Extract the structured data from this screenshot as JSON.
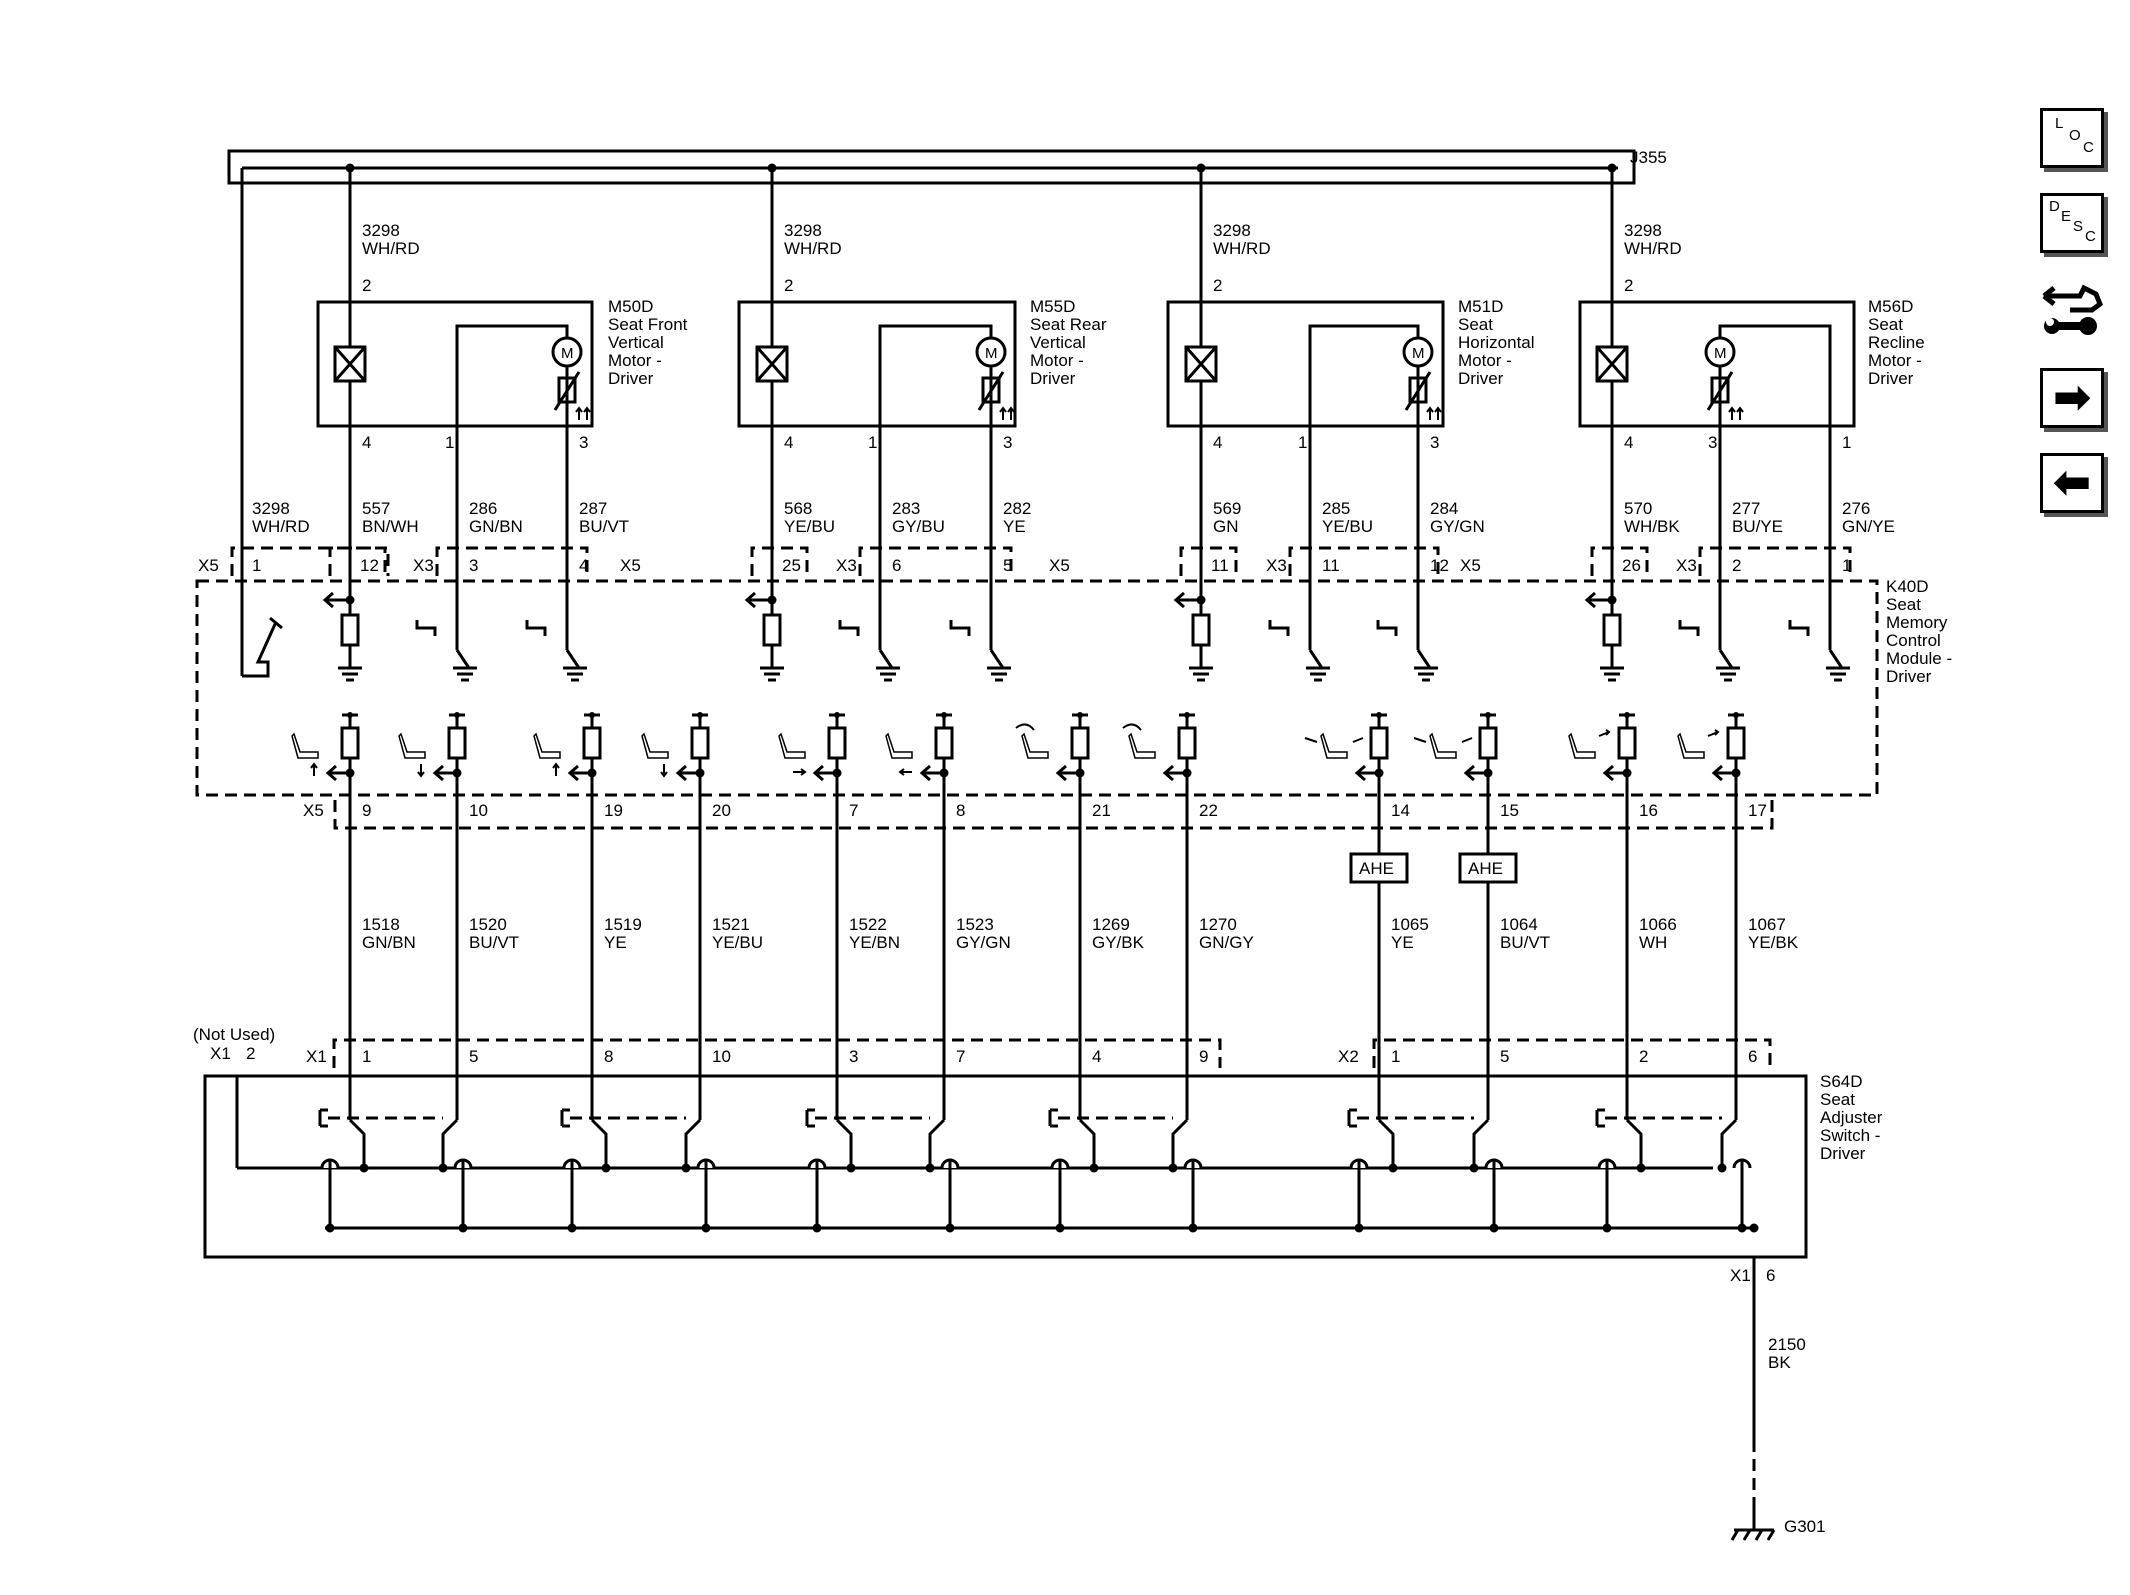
{
  "bus": {
    "splice": "J355"
  },
  "feed": {
    "circuit": "3298",
    "color": "WH/RD",
    "pin": "2"
  },
  "motors": [
    {
      "id": "M50D",
      "name": [
        "Seat Front",
        "Vertical",
        "Motor -",
        "Driver"
      ],
      "pin_signal": "4",
      "pin_a": "1",
      "pin_b": "3",
      "w_signal": [
        "557",
        "BN/WH"
      ],
      "w_a": [
        "286",
        "GN/BN"
      ],
      "w_b": [
        "287",
        "BU/VT"
      ],
      "x5_pin": "12",
      "x3_a": "3",
      "x3_b": "4"
    },
    {
      "id": "M55D",
      "name": [
        "Seat Rear",
        "Vertical",
        "Motor -",
        "Driver"
      ],
      "pin_signal": "4",
      "pin_a": "1",
      "pin_b": "3",
      "w_signal": [
        "568",
        "YE/BU"
      ],
      "w_a": [
        "283",
        "GY/BU"
      ],
      "w_b": [
        "282",
        "YE"
      ],
      "x5_pin": "25",
      "x3_a": "6",
      "x3_b": "5"
    },
    {
      "id": "M51D",
      "name": [
        "Seat",
        "Horizontal",
        "Motor -",
        "Driver"
      ],
      "pin_signal": "4",
      "pin_a": "1",
      "pin_b": "3",
      "w_signal": [
        "569",
        "GN"
      ],
      "w_a": [
        "285",
        "YE/BU"
      ],
      "w_b": [
        "284",
        "GY/GN"
      ],
      "x5_pin": "11",
      "x3_a": "11",
      "x3_b": "12"
    },
    {
      "id": "M56D",
      "name": [
        "Seat",
        "Recline",
        "Motor -",
        "Driver"
      ],
      "pin_signal": "4",
      "pin_a": "3",
      "pin_b": "1",
      "w_signal": [
        "570",
        "WH/BK"
      ],
      "w_a": [
        "277",
        "BU/YE"
      ],
      "w_b": [
        "276",
        "GN/YE"
      ],
      "x5_pin": "26",
      "x3_a": "2",
      "x3_b": "1"
    }
  ],
  "k40": {
    "label": [
      "K40D",
      "Seat",
      "Memory",
      "Control",
      "Module -",
      "Driver"
    ],
    "x5": "X5",
    "x3": "X3",
    "x5_pin1": "1",
    "wake_wire": [
      "3298",
      "WH/RD"
    ]
  },
  "switch_wires": [
    {
      "k_pin": "9",
      "circuit": "1518",
      "color": "GN/BN",
      "s_pin": "1"
    },
    {
      "k_pin": "10",
      "circuit": "1520",
      "color": "BU/VT",
      "s_pin": "5"
    },
    {
      "k_pin": "19",
      "circuit": "1519",
      "color": "YE",
      "s_pin": "8"
    },
    {
      "k_pin": "20",
      "circuit": "1521",
      "color": "YE/BU",
      "s_pin": "10"
    },
    {
      "k_pin": "7",
      "circuit": "1522",
      "color": "YE/BN",
      "s_pin": "3"
    },
    {
      "k_pin": "8",
      "circuit": "1523",
      "color": "GY/GN",
      "s_pin": "7"
    },
    {
      "k_pin": "21",
      "circuit": "1269",
      "color": "GY/BK",
      "s_pin": "4"
    },
    {
      "k_pin": "22",
      "circuit": "1270",
      "color": "GN/GY",
      "s_pin": "9"
    },
    {
      "k_pin": "14",
      "circuit": "1065",
      "color": "YE",
      "s_pin": "1",
      "ahe": "AHE"
    },
    {
      "k_pin": "15",
      "circuit": "1064",
      "color": "BU/VT",
      "s_pin": "5",
      "ahe": "AHE"
    },
    {
      "k_pin": "16",
      "circuit": "1066",
      "color": "WH",
      "s_pin": "2"
    },
    {
      "k_pin": "17",
      "circuit": "1067",
      "color": "YE/BK",
      "s_pin": "6"
    }
  ],
  "s64": {
    "label": [
      "S64D",
      "Seat",
      "Adjuster",
      "Switch -",
      "Driver"
    ],
    "not_used": "(Not Used)",
    "x1": "X1",
    "x1_pin2": "2",
    "x2": "X2",
    "x1_pin6": "6"
  },
  "ground": {
    "circuit": "2150",
    "color": "BK",
    "name": "G301"
  },
  "nav": {
    "loc": [
      "L",
      "O",
      "C"
    ],
    "desc": [
      "D",
      "E",
      "S",
      "C"
    ],
    "next": "➡",
    "prev": "⬅"
  },
  "icons": [
    "seat-up-icon",
    "seat-down-icon",
    "seat-forward-icon",
    "seat-backward-icon",
    "recline-forward-icon",
    "recline-backward-icon",
    "lumbar-out-icon",
    "lumbar-in-icon",
    "seat-tilt-icon",
    "connector-icon",
    "ground-icon",
    "motor-icon",
    "relay-coil-icon",
    "wrench-icon"
  ],
  "colors": {
    "line": "#000000",
    "background": "#ffffff"
  }
}
